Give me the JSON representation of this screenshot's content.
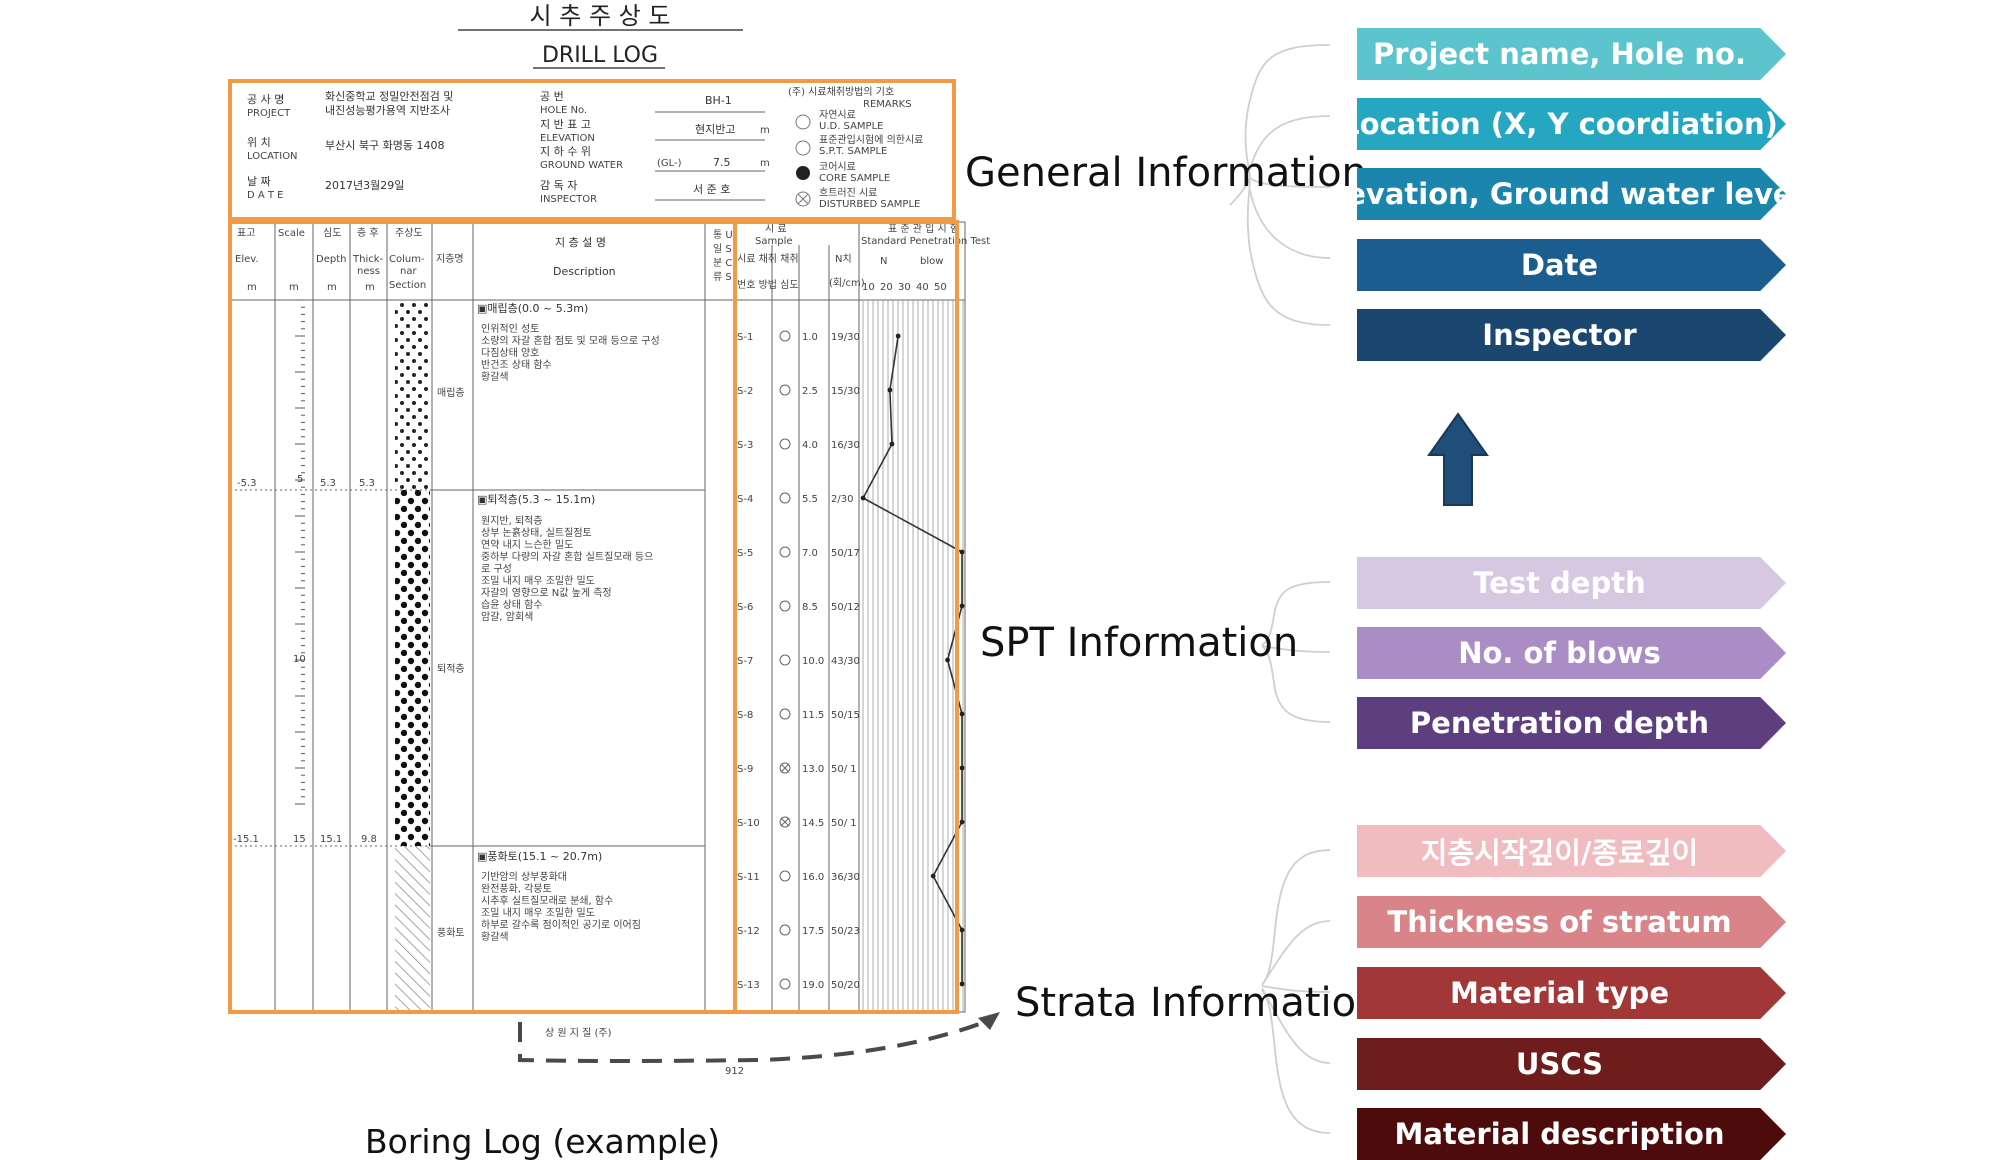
{
  "sheet": {
    "title_kr": "시 추 주 상 도",
    "title_en": "DRILL LOG",
    "header": {
      "project_label": "공 사 명\nPROJECT",
      "project_value_1": "화신중학교 정밀안전점검 및",
      "project_value_2": "내진성능평가용역 지반조사",
      "location_label": "위 치\nLOCATION",
      "location_value": "부산시 북구 화명동 1408",
      "date_label": "날 짜\nD A T E",
      "date_value": "2017년3월29일",
      "hole_label": "공 번\nHOLE No.",
      "hole_value": "BH-1",
      "elevation_label": "지 반 표 고\nELEVATION",
      "elevation_value": "현지반고",
      "elevation_unit": "m",
      "gw_label": "지 하 수 위\nGROUND WATER",
      "gw_prefix": "(GL-)",
      "gw_value": "7.5",
      "gw_unit": "m",
      "inspector_label": "감 독 자\nINSPECTOR",
      "inspector_value": "서 준 호",
      "remarks_title": "(주) 시료채취방법의 기호",
      "remarks_en": "REMARKS",
      "remarks": [
        "자연시료",
        "U.D. SAMPLE",
        "표준관입시험에 의한시료",
        "S.P.T. SAMPLE",
        "코어시료",
        "CORE SAMPLE",
        "흐트러진 시료",
        "DISTURBED SAMPLE"
      ]
    },
    "columns": {
      "elev": "표고\nElev.\nm",
      "scale": "Scale\nm",
      "depth": "심도\nDepth\nm",
      "thick": "층 후\nThick-\nness\nm",
      "column": "주상도\nColum-\nnar\nSection",
      "strata": "지층명",
      "description_kr": "지 층 설 명",
      "description_en": "Description",
      "uscs": "통 U\n일 S\n분 C\n류 S",
      "sample": "시 료\nSample",
      "sample_sub": "시료 채취 채취\n번호 방법 심도",
      "spt": "표 준 관 입 시 험\nStandard Penetration Test",
      "nval": "N치\n(회/cm)",
      "n": "N",
      "blow": "blow",
      "n_ticks": [
        "10",
        "20",
        "30",
        "40",
        "50"
      ]
    },
    "strata": [
      {
        "name": "매립층",
        "range": "▣매립층(0.0 ~ 5.3m)",
        "elev": "-5.3",
        "depth": "5.3",
        "thick": "5.3",
        "lines": [
          "인위적인 성토",
          "소량의 자갈 혼합 점토 및 모래 등으로 구성",
          "다짐상태 양호",
          "반건조 상태 함수",
          "황갈색"
        ]
      },
      {
        "name": "퇴적층",
        "range": "▣퇴적층(5.3 ~ 15.1m)",
        "elev": "-15.1",
        "depth": "15.1",
        "thick": "9.8",
        "lines": [
          "원지반, 퇴적층",
          "상부 논흙상태, 실트질점토",
          "연약 내지 느슨한 밀도",
          "중하부 다량의 자갈 혼합 실트질모래 등으",
          "로 구성",
          "조밀 내지 매우 조밀한 밀도",
          "자갈의 영향으로 N값 높게 측정",
          "습윤 상태 함수",
          "암갈, 암회색"
        ]
      },
      {
        "name": "풍화토",
        "range": "▣풍화토(15.1 ~ 20.7m)",
        "elev": "",
        "depth": "",
        "thick": "",
        "lines": [
          "기반암의 상부풍화대",
          "완전풍화, 각뭉토",
          "시추후 실트질모래로 분쇄, 함수",
          "조밀 내지 매우 조밀한 밀도",
          "하부로 갈수록 점이적인 공기로 이어짐",
          "황갈색"
        ]
      }
    ],
    "scale_ticks": [
      "5",
      "10",
      "15"
    ],
    "samples": [
      {
        "no": "S-1",
        "depth": "1.0",
        "n": "19/30",
        "disturbed": false
      },
      {
        "no": "S-2",
        "depth": "2.5",
        "n": "15/30",
        "disturbed": false
      },
      {
        "no": "S-3",
        "depth": "4.0",
        "n": "16/30",
        "disturbed": false
      },
      {
        "no": "S-4",
        "depth": "5.5",
        "n": "2/30",
        "disturbed": false
      },
      {
        "no": "S-5",
        "depth": "7.0",
        "n": "50/17",
        "disturbed": false
      },
      {
        "no": "S-6",
        "depth": "8.5",
        "n": "50/12",
        "disturbed": false
      },
      {
        "no": "S-7",
        "depth": "10.0",
        "n": "43/30",
        "disturbed": false
      },
      {
        "no": "S-8",
        "depth": "11.5",
        "n": "50/15",
        "disturbed": false
      },
      {
        "no": "S-9",
        "depth": "13.0",
        "n": "50/ 1",
        "disturbed": true
      },
      {
        "no": "S-10",
        "depth": "14.5",
        "n": "50/ 1",
        "disturbed": true
      },
      {
        "no": "S-11",
        "depth": "16.0",
        "n": "36/30",
        "disturbed": false
      },
      {
        "no": "S-12",
        "depth": "17.5",
        "n": "50/23",
        "disturbed": false
      },
      {
        "no": "S-13",
        "depth": "19.0",
        "n": "50/20",
        "disturbed": false
      }
    ],
    "spt_n_values": [
      19,
      15,
      16,
      2,
      50,
      50,
      43,
      50,
      50,
      50,
      36,
      50,
      50
    ],
    "footer_company": "상 원 지 질 (주)",
    "page_number": "912"
  },
  "caption": "Boring Log (example)",
  "sections": {
    "general": "General Information",
    "spt": "SPT Information",
    "strata": "Strata Information"
  },
  "tags": {
    "general": [
      {
        "label": "Project name, Hole no.",
        "color": "#5bc4cc"
      },
      {
        "label": "Location (X, Y coordiation)",
        "color": "#25a7c2"
      },
      {
        "label": "Elevation, Ground water level",
        "color": "#1b85ad"
      },
      {
        "label": "Date",
        "color": "#1c5d8f"
      },
      {
        "label": "Inspector",
        "color": "#1a4670"
      }
    ],
    "spt": [
      {
        "label": "Test depth",
        "color": "#d7c8e2"
      },
      {
        "label": "No. of blows",
        "color": "#a98dc4"
      },
      {
        "label": "Penetration depth",
        "color": "#5d3e7e"
      }
    ],
    "strata": [
      {
        "label": "지층시작깊이/종료깊이",
        "color": "#f0bcbf"
      },
      {
        "label": "Thickness of stratum",
        "color": "#d98489"
      },
      {
        "label": "Material type",
        "color": "#a23737"
      },
      {
        "label": "USCS",
        "color": "#6e1c1c"
      },
      {
        "label": "Material description",
        "color": "#4d0b0b"
      }
    ]
  },
  "colors": {
    "highlight_box": "#f39a45",
    "arrow": "#1f4e79"
  }
}
